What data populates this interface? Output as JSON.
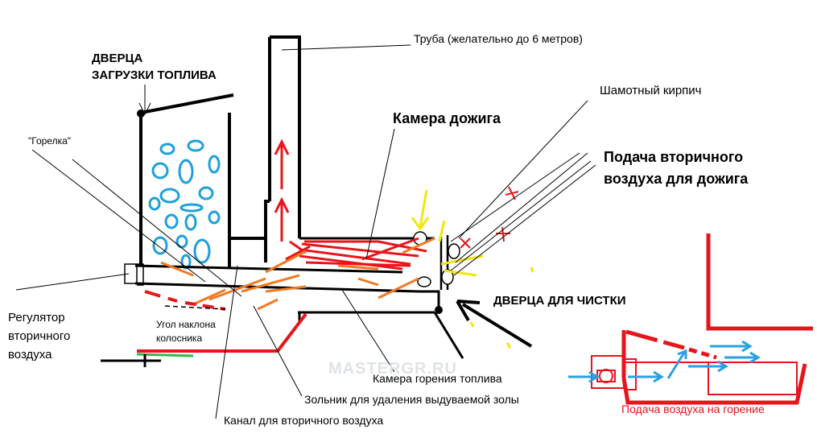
{
  "labels": {
    "pipe": "Труба (желательно до 6 метров)",
    "fuel_door_line1": "ДВЕРЦА",
    "fuel_door_line2": "ЗАГРУЗКИ ТОПЛИВА",
    "burner": "\"Горелка\"",
    "fireclay_brick": "Шамотный кирпич",
    "afterburn_chamber": "Камера дожига",
    "secondary_air_line1": "Подача вторичного",
    "secondary_air_line2": "воздуха для дожига",
    "cleaning_door": "ДВЕРЦА ДЛЯ ЧИСТКИ",
    "regulator_line1": "Регулятор",
    "regulator_line2": "вторичного",
    "regulator_line3": "воздуха",
    "grate_angle_line1": "Угол наклона",
    "grate_angle_line2": "колосника",
    "combustion_chamber": "Камера горения топлива",
    "ash_pan": "Зольник для удаления выдуваемой золы",
    "secondary_channel": "Канал для вторичного воздуха",
    "combustion_air": "Подача воздуха на горение",
    "watermark": "MASTERGR.RU"
  },
  "colors": {
    "ink": "#000000",
    "fuel": "#1ea0dc",
    "flame": "#e8141b",
    "ember": "#f07a24",
    "spark": "#f2e60c",
    "air": "#2aa0e0",
    "grass": "#2eb84a"
  }
}
